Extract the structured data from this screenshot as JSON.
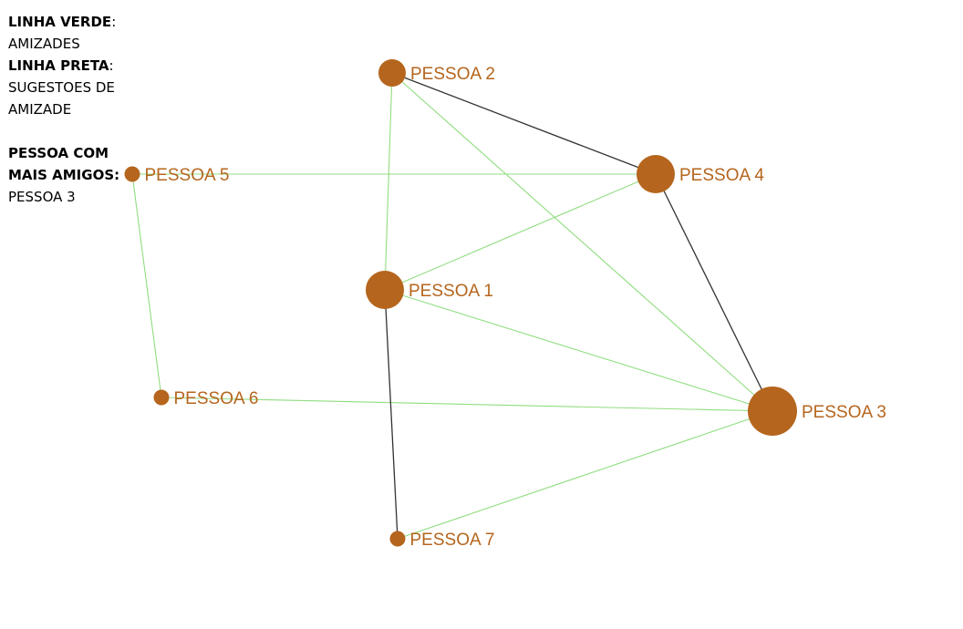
{
  "legend": {
    "green_title": "LINHA VERDE",
    "green_desc": "AMIZADES",
    "black_title": "LINHA PRETA",
    "black_desc_1": "SUGESTOES DE",
    "black_desc_2": "AMIZADE",
    "most_title_1": "PESSOA COM",
    "most_title_2": "MAIS AMIGOS",
    "most_value": "PESSOA 3",
    "colon": ":"
  },
  "colors": {
    "node": "#b5651d",
    "label": "#b5651d",
    "friendship_edge": "#90dd80",
    "suggestion_edge": "#333333"
  },
  "nodes": [
    {
      "id": "p1",
      "label": "PESSOA 1"
    },
    {
      "id": "p2",
      "label": "PESSOA 2"
    },
    {
      "id": "p3",
      "label": "PESSOA 3"
    },
    {
      "id": "p4",
      "label": "PESSOA 4"
    },
    {
      "id": "p5",
      "label": "PESSOA 5"
    },
    {
      "id": "p6",
      "label": "PESSOA 6"
    },
    {
      "id": "p7",
      "label": "PESSOA 7"
    }
  ],
  "edges": [
    {
      "source": "p2",
      "target": "p1",
      "type": "friendship"
    },
    {
      "source": "p2",
      "target": "p3",
      "type": "friendship"
    },
    {
      "source": "p5",
      "target": "p4",
      "type": "friendship"
    },
    {
      "source": "p5",
      "target": "p6",
      "type": "friendship"
    },
    {
      "source": "p1",
      "target": "p4",
      "type": "friendship"
    },
    {
      "source": "p1",
      "target": "p3",
      "type": "friendship"
    },
    {
      "source": "p6",
      "target": "p3",
      "type": "friendship"
    },
    {
      "source": "p7",
      "target": "p3",
      "type": "friendship"
    },
    {
      "source": "p2",
      "target": "p4",
      "type": "suggestion"
    },
    {
      "source": "p4",
      "target": "p3",
      "type": "suggestion"
    },
    {
      "source": "p1",
      "target": "p7",
      "type": "suggestion"
    }
  ]
}
